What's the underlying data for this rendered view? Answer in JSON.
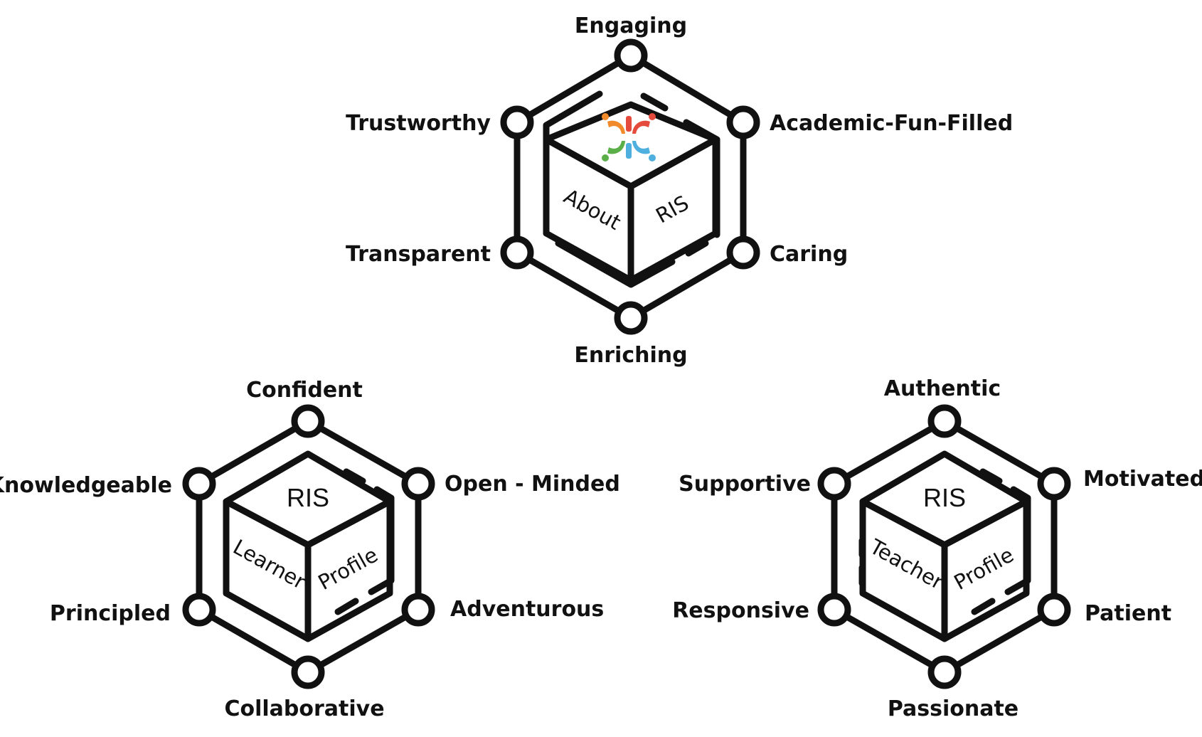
{
  "colors": {
    "yellow": "#f7e67e",
    "blue": "#7ac8ea",
    "green": "#6abb5a",
    "white": "#ffffff",
    "stroke": "#111111",
    "logo_orange": "#f08a2b",
    "logo_red": "#e54b3c",
    "logo_green": "#5aaf48",
    "logo_blue": "#4fb0e0"
  },
  "about": {
    "top_icon": "ris-logo-icon",
    "left_face": "About",
    "right_face": "RIS",
    "labels": {
      "top": "Engaging",
      "upper_right": "Academic-Fun-Filled",
      "lower_right": "Caring",
      "bottom": "Enriching",
      "lower_left": "Transparent",
      "upper_left": "Trustworthy"
    }
  },
  "learner": {
    "top_face": "RIS",
    "left_face": "Learner",
    "right_face": "Profile",
    "labels": {
      "top": "Confident",
      "upper_right": "Open - Minded",
      "lower_right": "Adventurous",
      "bottom": "Collaborative",
      "lower_left": "Principled",
      "upper_left": "Knowledgeable"
    }
  },
  "teacher": {
    "top_face": "RIS",
    "left_face": "Teacher",
    "right_face": "Profile",
    "labels": {
      "top": "Authentic",
      "upper_right": "Motivated",
      "lower_right": "Patient",
      "bottom": "Passionate",
      "lower_left": "Responsive",
      "upper_left": "Supportive"
    }
  }
}
